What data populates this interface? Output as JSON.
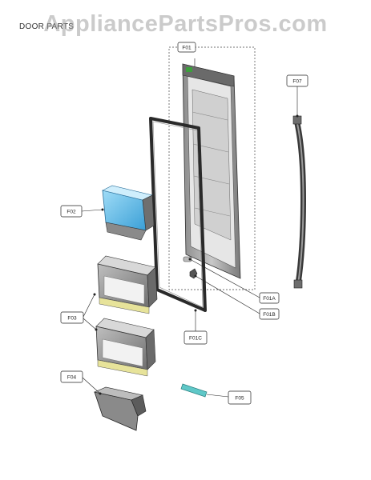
{
  "watermark": "AppliancePartsPros.com",
  "section_title": "DOOR PARTS",
  "callouts": {
    "door_assembly": "F01",
    "handle": "F07",
    "small_bin": "F02",
    "bins": "F03",
    "drawer": "F04",
    "clip_a": "F01A",
    "clip_b": "F01B",
    "gasket": "F01C",
    "stick": "F05"
  },
  "colors": {
    "bin_accent": "#4fb3e6",
    "shelf_accent": "#e7e39a",
    "stick": "#5fc8c8",
    "line": "#222222"
  }
}
